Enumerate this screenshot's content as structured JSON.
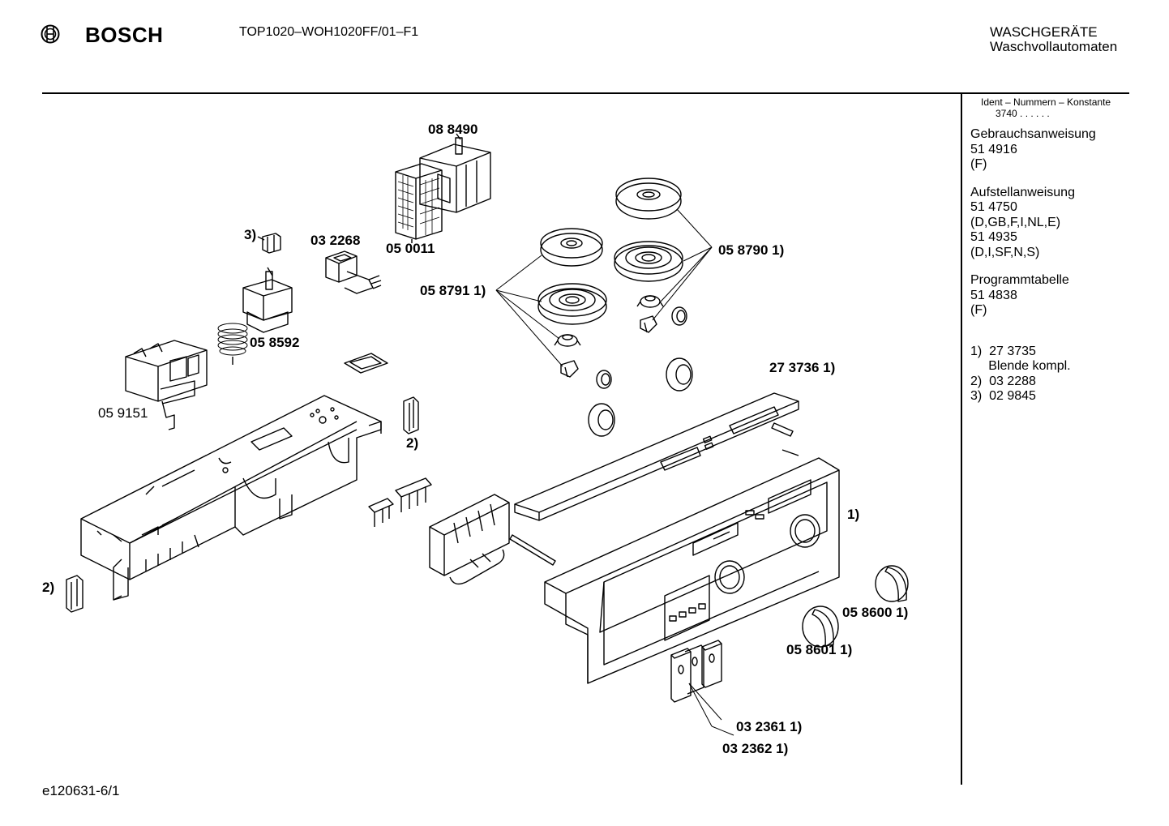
{
  "header": {
    "brand": "BOSCH",
    "model": "TOP1020–WOH1020FF/01–F1",
    "category_line1": "WASCHGERÄTE",
    "category_line2": "Waschvollautomaten"
  },
  "sidebar": {
    "ident_title": "Ident – Nummern – Konstante",
    "ident_value": "3740 . . . . . .",
    "blocks": [
      {
        "title": "Gebrauchsanweisung",
        "lines": [
          "51 4916",
          "(F)"
        ]
      },
      {
        "title": "Aufstellanweisung",
        "lines": [
          "51 4750",
          "(D,GB,F,I,NL,E)",
          "51 4935",
          "(D,I,SF,N,S)"
        ]
      },
      {
        "title": "Programmtabelle",
        "lines": [
          "51 4838",
          "(F)"
        ]
      }
    ],
    "notes": [
      "1)  27 3735",
      "     Blende kompl.",
      "2)  03 2288",
      "3)  02 9845"
    ]
  },
  "diagram": {
    "labels": {
      "p088490": "08 8490",
      "p050011": "05 0011",
      "p032268": "03 2268",
      "n3": "3)",
      "p058592": "05 8592",
      "p059151": "05 9151",
      "p058790": "05 8790 1)",
      "p058791": "05 8791 1)",
      "p273736": "27 3736 1)",
      "n2a": "2)",
      "n2b": "2)",
      "n1": "1)",
      "p058600": "05 8600 1)",
      "p058601": "05 8601 1)",
      "p032361": "03 2361 1)",
      "p032362": "03 2362 1)"
    }
  },
  "footer": {
    "code": "e120631-6/1"
  }
}
